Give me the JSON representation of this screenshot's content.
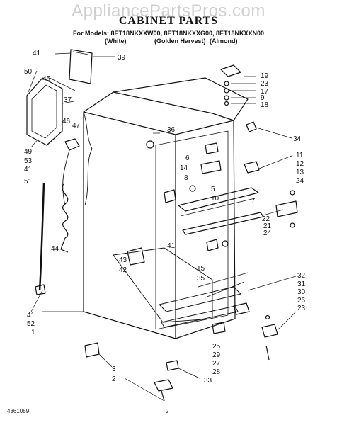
{
  "watermark": "AppliancePartsPros.com",
  "title": "CABINET PARTS",
  "models_line": "For Models: 8ET18NKXXW00, 8ET18NKXXG00, 8ET18NKXXN00",
  "colors": [
    "(White)",
    "(Golden Harvest)",
    "(Almond)"
  ],
  "footer_left": "4361059",
  "footer_page": "2",
  "part_labels": [
    "41",
    "39",
    "50",
    "45",
    "37",
    "49",
    "53",
    "41",
    "51",
    "47",
    "46",
    "44",
    "36",
    "6",
    "14",
    "8",
    "5",
    "10",
    "7",
    "19",
    "23",
    "17",
    "9",
    "18",
    "34",
    "11",
    "12",
    "13",
    "24",
    "22",
    "21",
    "24",
    "41",
    "43",
    "42",
    "15",
    "35",
    "41",
    "52",
    "1",
    "32",
    "31",
    "30",
    "26",
    "23",
    "25",
    "29",
    "27",
    "28",
    "33",
    "3",
    "2"
  ]
}
